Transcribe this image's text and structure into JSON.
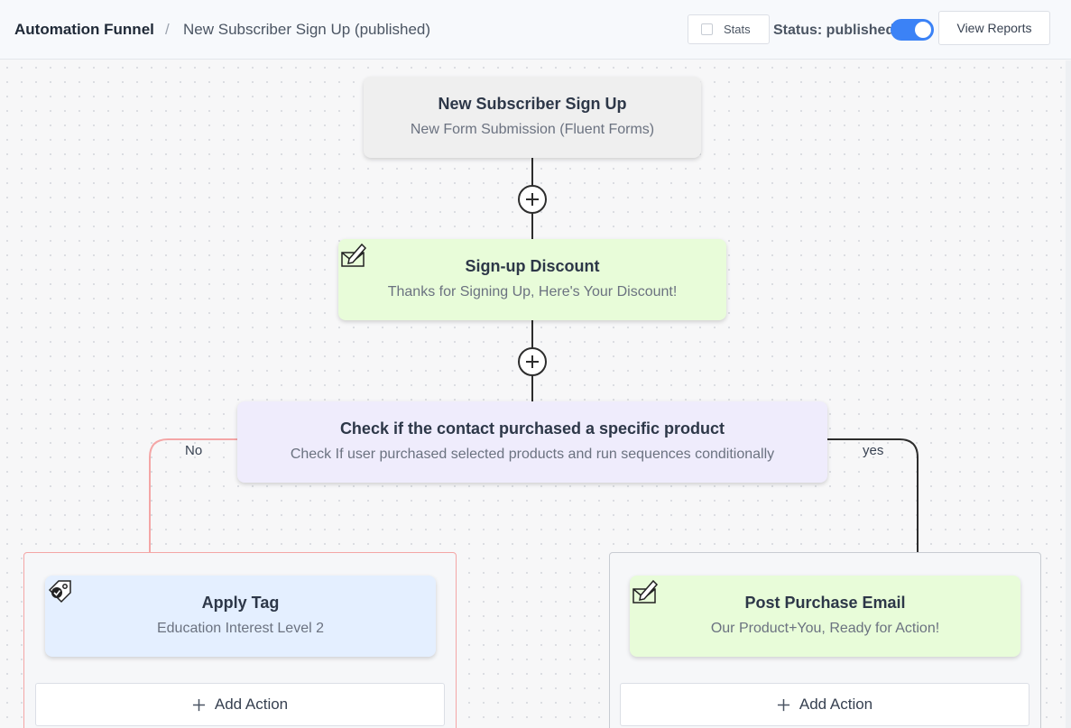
{
  "header": {
    "breadcrumb_root": "Automation Funnel",
    "breadcrumb_separator": "/",
    "breadcrumb_current": "New Subscriber Sign Up (published)",
    "stats_label": "Stats",
    "status_label": "Status: published",
    "status_enabled": true,
    "view_reports_label": "View Reports"
  },
  "flow": {
    "trigger": {
      "title": "New Subscriber Sign Up",
      "subtitle": "New Form Submission (Fluent Forms)"
    },
    "step1": {
      "icon": "email-edit-icon",
      "title": "Sign-up Discount",
      "subtitle": "Thanks for Signing Up, Here's Your Discount!"
    },
    "condition": {
      "title": "Check if the contact purchased a specific product",
      "subtitle": "Check If user purchased selected products and run sequences conditionally",
      "no_label": "No",
      "yes_label": "yes"
    },
    "no_branch": {
      "icon": "tag-icon",
      "title": "Apply Tag",
      "subtitle": "Education Interest Level 2",
      "add_action_label": "Add Action"
    },
    "yes_branch": {
      "icon": "email-edit-icon",
      "title": "Post Purchase Email",
      "subtitle": "Our Product+You, Ready for Action!",
      "add_action_label": "Add Action"
    }
  },
  "colors": {
    "accent": "#3b82f6",
    "trigger_bg": "#efefef",
    "email_bg": "#e8fcd9",
    "condition_bg": "#efecfc",
    "tag_bg": "#e4efff",
    "no_branch_line": "#f4a6a6",
    "yes_branch_line": "#2d2d2d"
  }
}
